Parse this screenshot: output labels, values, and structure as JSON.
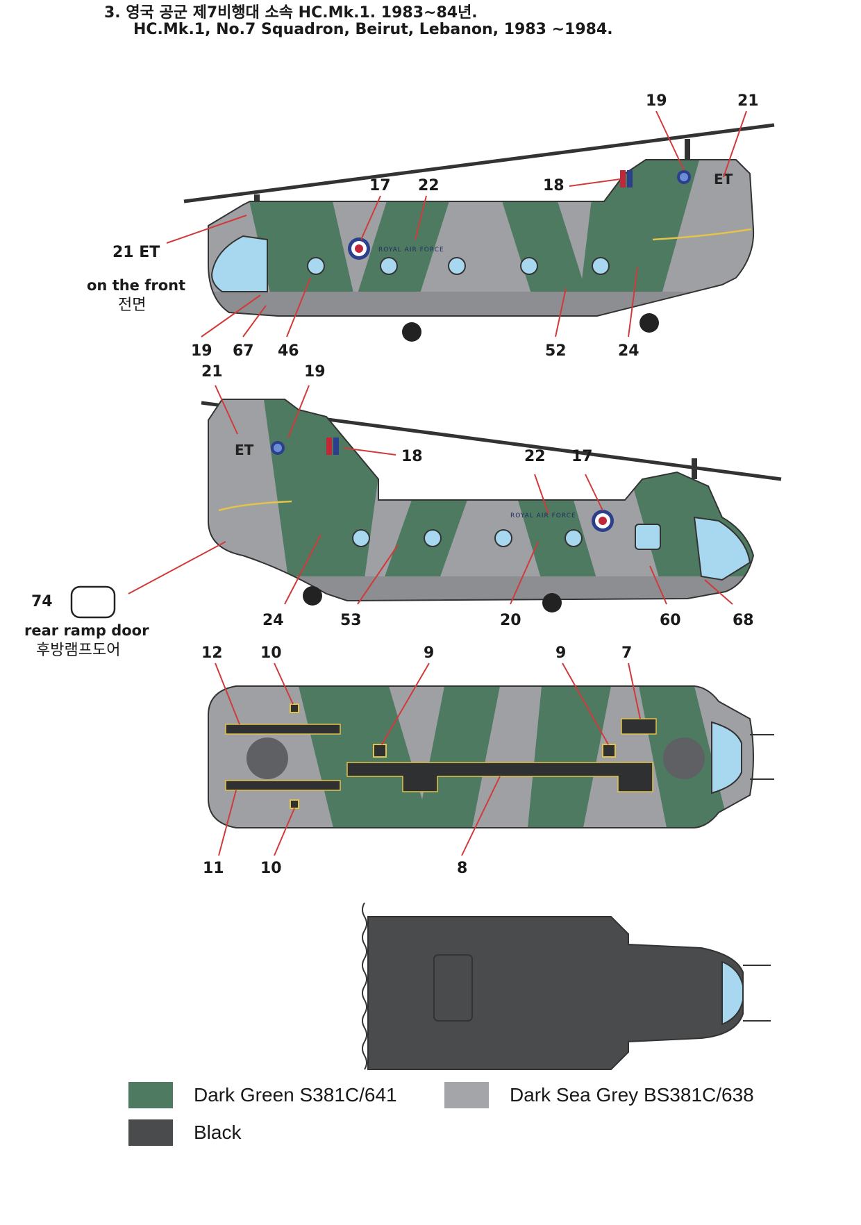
{
  "header": {
    "title_ko": "3. 영국 공군 제7비행대 소속 HC.Mk.1. 1983~84년.",
    "title_en": "HC.Mk.1, No.7 Squadron, Beirut, Lebanon, 1983 ~1984."
  },
  "views": {
    "left_side": {
      "callouts": [
        "19",
        "21",
        "17",
        "22",
        "18",
        "21 ET",
        "19",
        "67",
        "46",
        "52",
        "24"
      ],
      "front_note": "on the front",
      "front_note_ko": "전면",
      "fuselage_text": "ROYAL AIR FORCE",
      "code_letters": "ET"
    },
    "right_side": {
      "callouts": [
        "21",
        "19",
        "18",
        "22",
        "17",
        "74",
        "24",
        "53",
        "20",
        "60",
        "68"
      ],
      "ramp_note": "rear ramp door",
      "ramp_note_ko": "후방램프도어",
      "fuselage_text": "ROYAL AIR FORCE",
      "code_letters": "ET"
    },
    "top": {
      "callouts": [
        "12",
        "10",
        "9",
        "9",
        "7",
        "11",
        "10",
        "8"
      ]
    },
    "bottom": {}
  },
  "legend": [
    {
      "label": "Dark Green S381C/641",
      "color": "#4f7a62"
    },
    {
      "label": "Dark Sea Grey BS381C/638",
      "color": "#a3a5a8"
    },
    {
      "label": "Black",
      "color": "#4a4b4d"
    }
  ],
  "colors": {
    "dark_green": "#4f7a62",
    "dark_sea_grey": "#9c9ea2",
    "black": "#4a4b4d",
    "callout_line": "#d13a3a",
    "glass": "#a8d8ef",
    "roundel_red": "#c0283a",
    "roundel_blue": "#2c3f8c",
    "yellow_trim": "#e3c34a"
  }
}
